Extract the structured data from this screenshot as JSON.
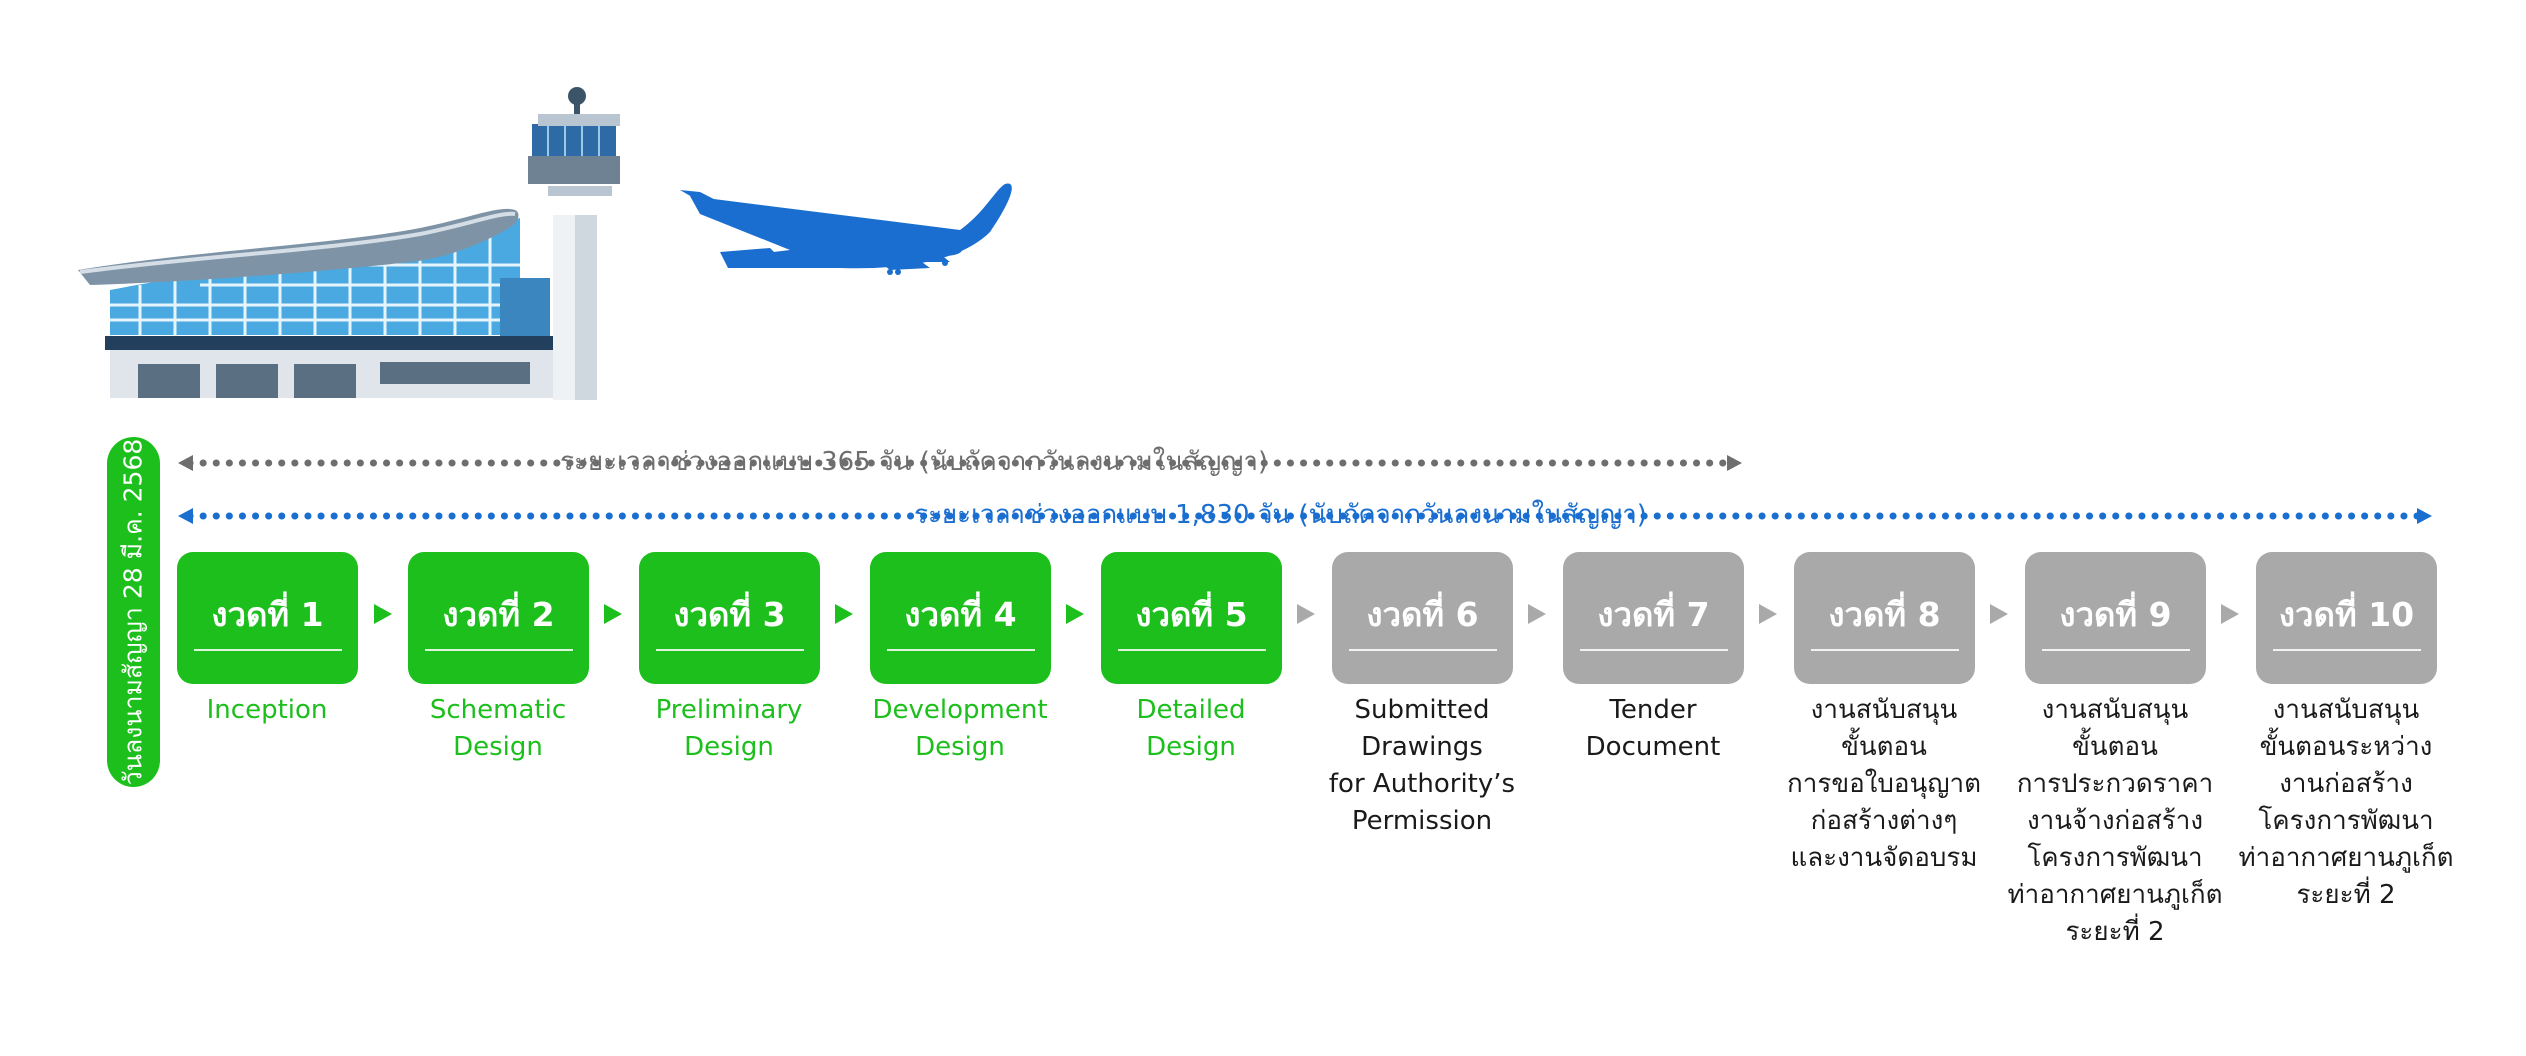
{
  "contract_date_label": "วันลงนามสัญญา 28 มี.ค. 2568",
  "ranges": {
    "short": "ระยะเวลาช่วงออกแบบ 365 วัน (นับถัดจากวันลงนามในสัญญา)",
    "long": "ระยะเวลาช่วงออกแบบ 1,830 วัน (นับถัดจากวันลงนามในสัญญา)"
  },
  "colors": {
    "completed": "#1dbf1d",
    "pending": "#a9a9a9",
    "accent_blue": "#1a6ed0",
    "gray_line": "#6e6e6e"
  },
  "stages": [
    {
      "label": "งวดที่ 1",
      "desc": "Inception",
      "status": "completed"
    },
    {
      "label": "งวดที่ 2",
      "desc": "Schematic\nDesign",
      "status": "completed"
    },
    {
      "label": "งวดที่ 3",
      "desc": "Preliminary\nDesign",
      "status": "completed"
    },
    {
      "label": "งวดที่ 4",
      "desc": "Development\nDesign",
      "status": "completed"
    },
    {
      "label": "งวดที่ 5",
      "desc": "Detailed\nDesign",
      "status": "completed"
    },
    {
      "label": "งวดที่ 6",
      "desc": "Submitted\nDrawings\nfor Authority’s\nPermission",
      "status": "pending"
    },
    {
      "label": "งวดที่ 7",
      "desc": "Tender\nDocument",
      "status": "pending"
    },
    {
      "label": "งวดที่ 8",
      "desc": "งานสนับสนุน\nขั้นตอน\nการขอใบอนุญาต\nก่อสร้างต่างๆ\nและงานจัดอบรม",
      "status": "pending"
    },
    {
      "label": "งวดที่ 9",
      "desc": "งานสนับสนุน\nขั้นตอน\nการประกวดราคา\nงานจ้างก่อสร้าง\nโครงการพัฒนา\nท่าอากาศยานภูเก็ต\nระยะที่ 2",
      "status": "pending"
    },
    {
      "label": "งวดที่ 10",
      "desc": "งานสนับสนุน\nขั้นตอนระหว่าง\nงานก่อสร้าง\nโครงการพัฒนา\nท่าอากาศยานภูเก็ต\nระยะที่ 2",
      "status": "pending"
    }
  ]
}
